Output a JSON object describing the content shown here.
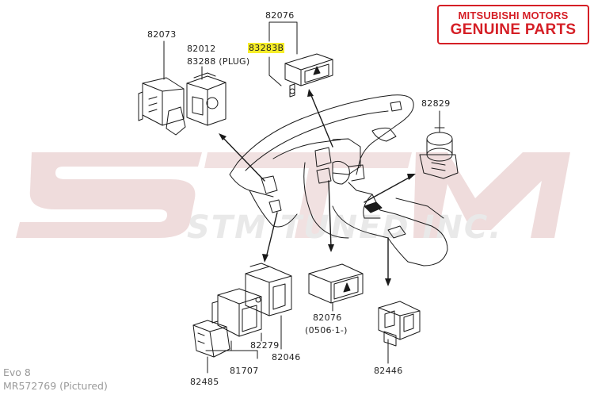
{
  "stamp": {
    "line1": "MITSUBISHI MOTORS",
    "line2": "GENUINE PARTS",
    "color": "#d51f26"
  },
  "watermark": {
    "brand": "STM",
    "sub": "STM TUNED INC.",
    "color": "#efdcdc"
  },
  "labels": {
    "p82073": "82073",
    "p82012": "82012",
    "p83288": "83288 (PLUG)",
    "p82076_top": "82076",
    "p83283B": "83283B",
    "p82829": "82829",
    "p82076_mid": "82076",
    "p82076_date": "(0506·1-)",
    "p82279": "82279",
    "p82046": "82046",
    "p81707": "81707",
    "p82485": "82485",
    "p82446": "82446"
  },
  "footer": {
    "model": "Evo 8",
    "part": "MR572769  (Pictured)"
  },
  "colors": {
    "line": "#1a1a1a",
    "highlight": "#f7ee2a"
  }
}
